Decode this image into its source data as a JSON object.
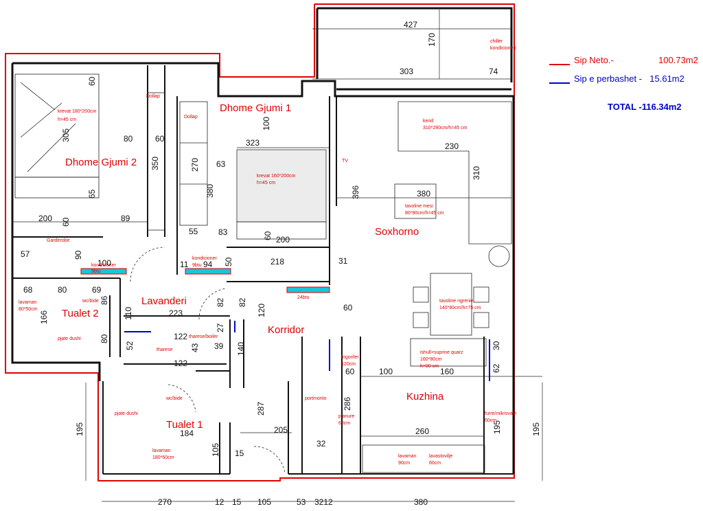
{
  "rooms": {
    "bedroom1": "Dhome Gjumi 1",
    "bedroom2": "Dhome Gjumi 2",
    "living": "Soxhorno",
    "laundry": "Lavanderi",
    "bath2": "Tualet 2",
    "bath1": "Tualet 1",
    "corridor": "Korridor",
    "kitchen": "Kuzhina"
  },
  "furniture": {
    "bed1": "krevat 160*200cm",
    "bed1h": "h=45 cm",
    "bed2": "krevat 180*200cm",
    "bed2h": "h=45 cm",
    "sofa": "kend",
    "sofa_size": "310*280cm/h=45 cm",
    "coffee_table": "tavoline mesi",
    "coffee_table_size": "80*80cm/h=45 cm",
    "dining": "tavoline ngrenie",
    "dining_size": "140*80cm/h=75 cm",
    "island": "ishull+suprine quarz",
    "island_size": "160*80cm",
    "island_h": "h=90 cm",
    "fridge": "frigorifer",
    "fridge_size": "120cm",
    "piano": "pianure",
    "piano_size": "60cm",
    "oven": "furre/mikrovale",
    "oven_size": "60cm",
    "sink": "lavaman",
    "sink_size": "90cm",
    "dishwasher": "lavastovilje",
    "dishwasher_size": "60cm",
    "wardrobe1": "Dollap",
    "wardrobe2": "Dollap",
    "garderobe": "Garderobe",
    "ac1": "kondicioner",
    "ac1_btu": "9btu",
    "ac2": "kondicioner",
    "ac2_btu": "9btu",
    "ac3": "24btu",
    "chiller": "chiller",
    "chiller2": "kondicioneri",
    "tv": "TV",
    "bath2_sink": "lavaman",
    "bath2_sink_size": "80*50cm",
    "bath2_wc": "wc/bide",
    "bath2_shower": "pjate dushi",
    "bath1_shower": "pjate dushi",
    "bath1_wc": "wc/bide",
    "bath1_sink": "lavaman",
    "bath1_sink_size": "180*60cm",
    "laundry_shelf": "tharese",
    "laundry_boiler": "tharese/boiler",
    "shoe_cabinet": "portmonto"
  },
  "dims": {
    "d427": "427",
    "d170": "170",
    "d303": "303",
    "d74": "74",
    "d60a": "60",
    "d305": "305",
    "d80a": "80",
    "d60b": "60",
    "d350": "350",
    "d65": "65",
    "d200a": "200",
    "d60c": "60",
    "d89": "89",
    "d57": "57",
    "d90": "90",
    "d100a": "100",
    "d68": "68",
    "d80b": "80",
    "d69": "69",
    "d86": "86",
    "d166": "166",
    "d80c": "80",
    "d100b": "100",
    "d323": "323",
    "d270a": "270",
    "d63": "63",
    "d380a": "380",
    "d55": "55",
    "d83": "83",
    "d60d": "60",
    "d200b": "200",
    "d50": "50",
    "d11": "11",
    "d94": "94",
    "d218": "218",
    "d31": "31",
    "d230": "230",
    "d310": "310",
    "d396": "396",
    "d380b": "380",
    "d110": "110",
    "d223": "223",
    "d82a": "82",
    "d82b": "82",
    "d27": "27",
    "d122a": "122",
    "d52": "52",
    "d43": "43",
    "d39": "39",
    "d122b": "122",
    "d120": "120",
    "d60e": "60",
    "d140": "140",
    "d30": "30",
    "d62": "62",
    "d60f": "60",
    "d100c": "100",
    "d160": "160",
    "d286": "286",
    "d287": "287",
    "d205": "205",
    "d32": "32",
    "d184": "184",
    "d105a": "105",
    "d15a": "15",
    "d195a": "195",
    "d195b": "195",
    "d195c": "195",
    "d260": "260",
    "b270": "270",
    "b12": "12",
    "b15": "15",
    "b105": "105",
    "b53": "53",
    "b3212": "3212",
    "b380": "380"
  },
  "legend": {
    "net_label": "Sip Neto.-",
    "net_value": "100.73m2",
    "shared_label": "Sip e perbashet -",
    "shared_value": "15.61m2",
    "total": "TOTAL  -116.34m2",
    "net_color": "#e00000",
    "shared_color": "#0000cc",
    "total_color": "#0000cc"
  }
}
